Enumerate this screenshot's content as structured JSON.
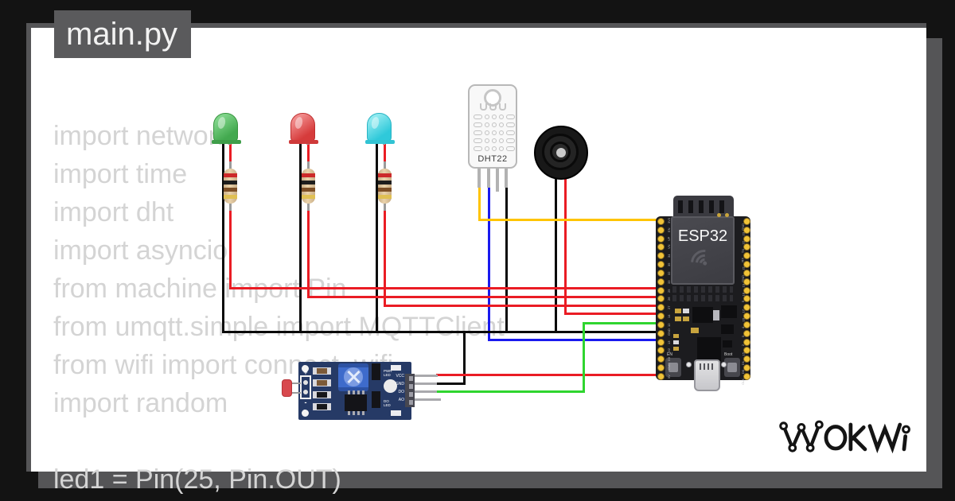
{
  "window": {
    "title": "main.py"
  },
  "code": {
    "lines": [
      "import network",
      "import time",
      "import dht",
      "import asyncio",
      "from machine import Pin",
      "from umqtt.simple import MQTTClient",
      "from wifi import connect_wifi",
      "import random",
      "",
      "led1 = Pin(25, Pin.OUT)"
    ]
  },
  "circuit": {
    "leds": [
      {
        "name": "green-led",
        "color": "#4caf50"
      },
      {
        "name": "red-led",
        "color": "#e2474c"
      },
      {
        "name": "cyan-led",
        "color": "#3fd0df"
      }
    ],
    "resistor_bands": [
      "red",
      "black",
      "brown",
      "gold"
    ],
    "dht22": {
      "label": "DHT22"
    },
    "esp32": {
      "label": "ESP32",
      "en_label": "EN",
      "boot_label": "Boot",
      "left_pins": [
        "3V3",
        "EN",
        "VP",
        "VN",
        "34",
        "35",
        "32",
        "33",
        "25",
        "26",
        "27",
        "14",
        "12",
        "GND",
        "13",
        "D2",
        "D3",
        "CMD",
        "5V"
      ],
      "right_pins": [
        "GND",
        "23",
        "22",
        "TX",
        "RX",
        "21",
        "GND",
        "19",
        "18",
        "5",
        "17",
        "16",
        "4",
        "0",
        "2",
        "15",
        "D1",
        "D0",
        "CLK"
      ]
    },
    "ldr_module": {
      "plus": "+",
      "minus": "-",
      "pwr_led_label": "PWR LED",
      "do_led_label": "DO LED",
      "pin_labels": [
        "VCC",
        "GND",
        "DO",
        "AO"
      ]
    },
    "wire_colors": {
      "red": "#ea1c24",
      "black": "#0a0a0a",
      "blue": "#1a1aee",
      "green": "#2fd52f",
      "yellow": "#ffc400"
    }
  },
  "brand": {
    "logo_text": "WOKWI"
  }
}
